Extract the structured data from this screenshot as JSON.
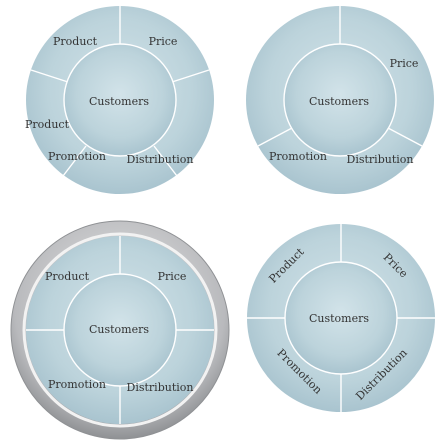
{
  "colors": {
    "fill": "#bdd4dc",
    "fill_light": "#d6e6ec",
    "fill_dark": "#a7c2cd",
    "divider": "#ffffff",
    "label": "#333333",
    "ring_outer": "#a7a9ac",
    "ring_inner": "#dcdcdc"
  },
  "diagrams": [
    {
      "center_label": "Customers",
      "segment_labels": [
        "Product",
        "Price",
        "Product",
        "Promotion",
        "Distribution"
      ]
    },
    {
      "center_label": "Customers",
      "segment_labels": [
        "Price",
        "Promotion",
        "Distribution"
      ]
    },
    {
      "center_label": "Customers",
      "segment_labels": [
        "Product",
        "Price",
        "Promotion",
        "Distribution"
      ]
    },
    {
      "center_label": "Customers",
      "segment_labels": [
        "Product",
        "Price",
        "Promotion",
        "Distribution"
      ]
    }
  ]
}
